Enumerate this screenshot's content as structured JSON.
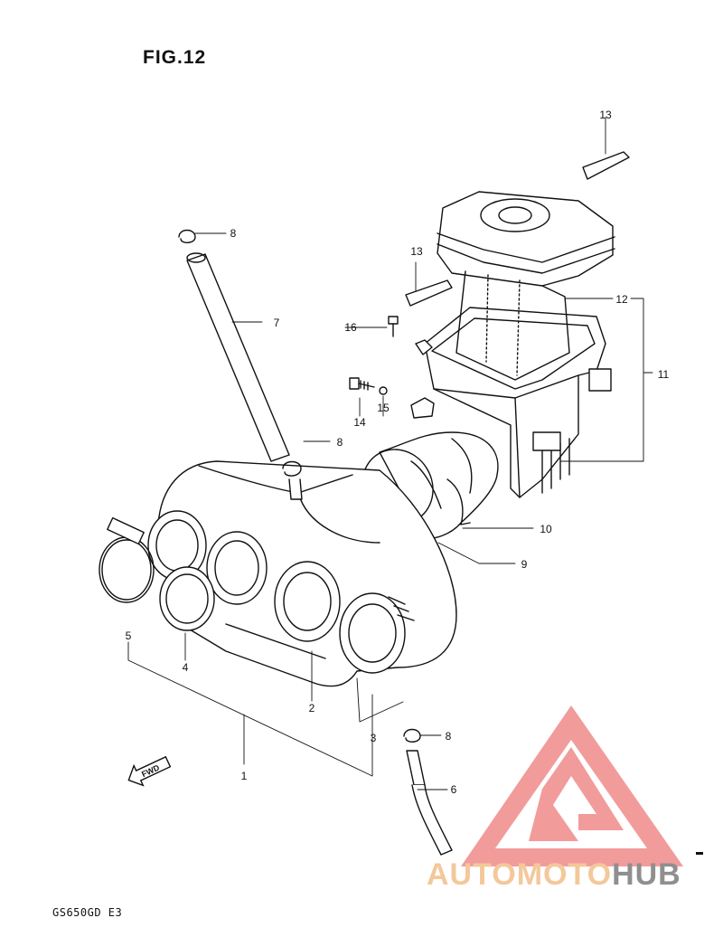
{
  "figure": {
    "title": "FIG.12",
    "model_code": "GS650GD  E3"
  },
  "callouts": [
    "1",
    "2",
    "3",
    "4",
    "5",
    "6",
    "7",
    "8",
    "9",
    "10",
    "11",
    "12",
    "13",
    "14",
    "15",
    "16"
  ],
  "fwd_arrow": "FWD",
  "watermark": {
    "part1": "AUTOMOTO",
    "part2": "HUB",
    "color_logo": "#f08a8a",
    "color_auto": "#f4c89a",
    "color_hub": "#8f8f8f"
  }
}
